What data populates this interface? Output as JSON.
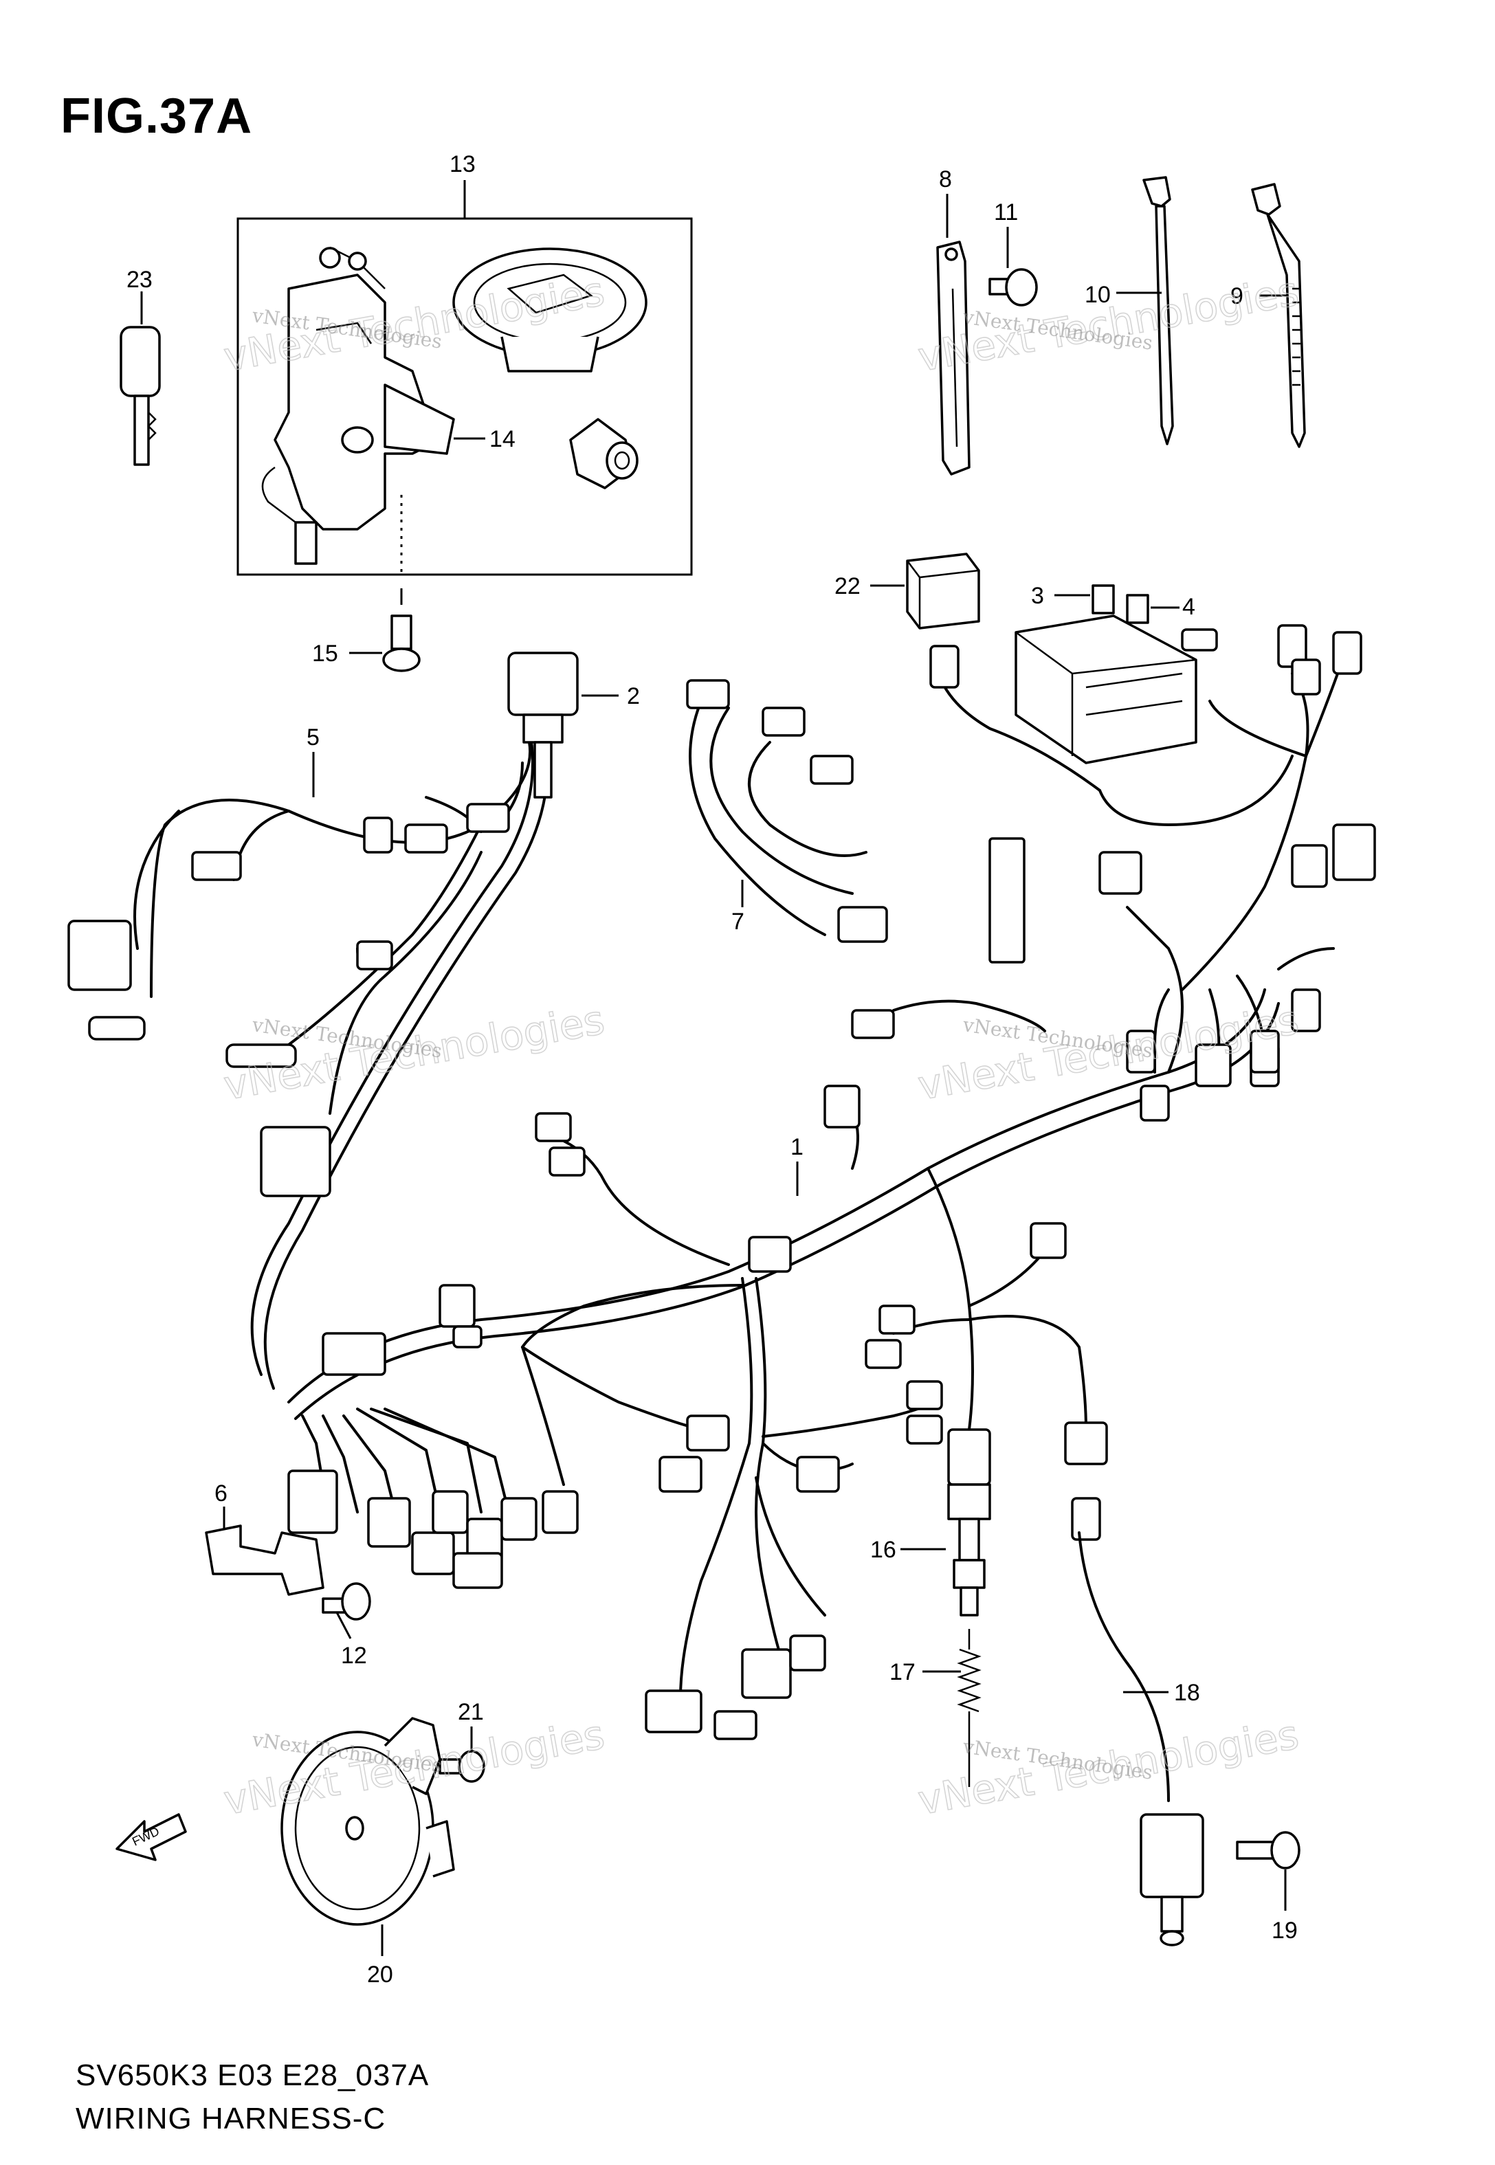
{
  "figure": {
    "title": "FIG.37A"
  },
  "footer": {
    "line1": "SV650K3 E03 E28_037A",
    "line2": "WIRING HARNESS-C"
  },
  "watermark": {
    "small": "vNext Technologies",
    "large": "vNext Technologies"
  },
  "fwd_label": "FWD",
  "callouts": [
    "1",
    "2",
    "3",
    "4",
    "5",
    "6",
    "7",
    "8",
    "9",
    "10",
    "11",
    "12",
    "13",
    "14",
    "15",
    "16",
    "17",
    "18",
    "19",
    "20",
    "21",
    "22",
    "23"
  ]
}
